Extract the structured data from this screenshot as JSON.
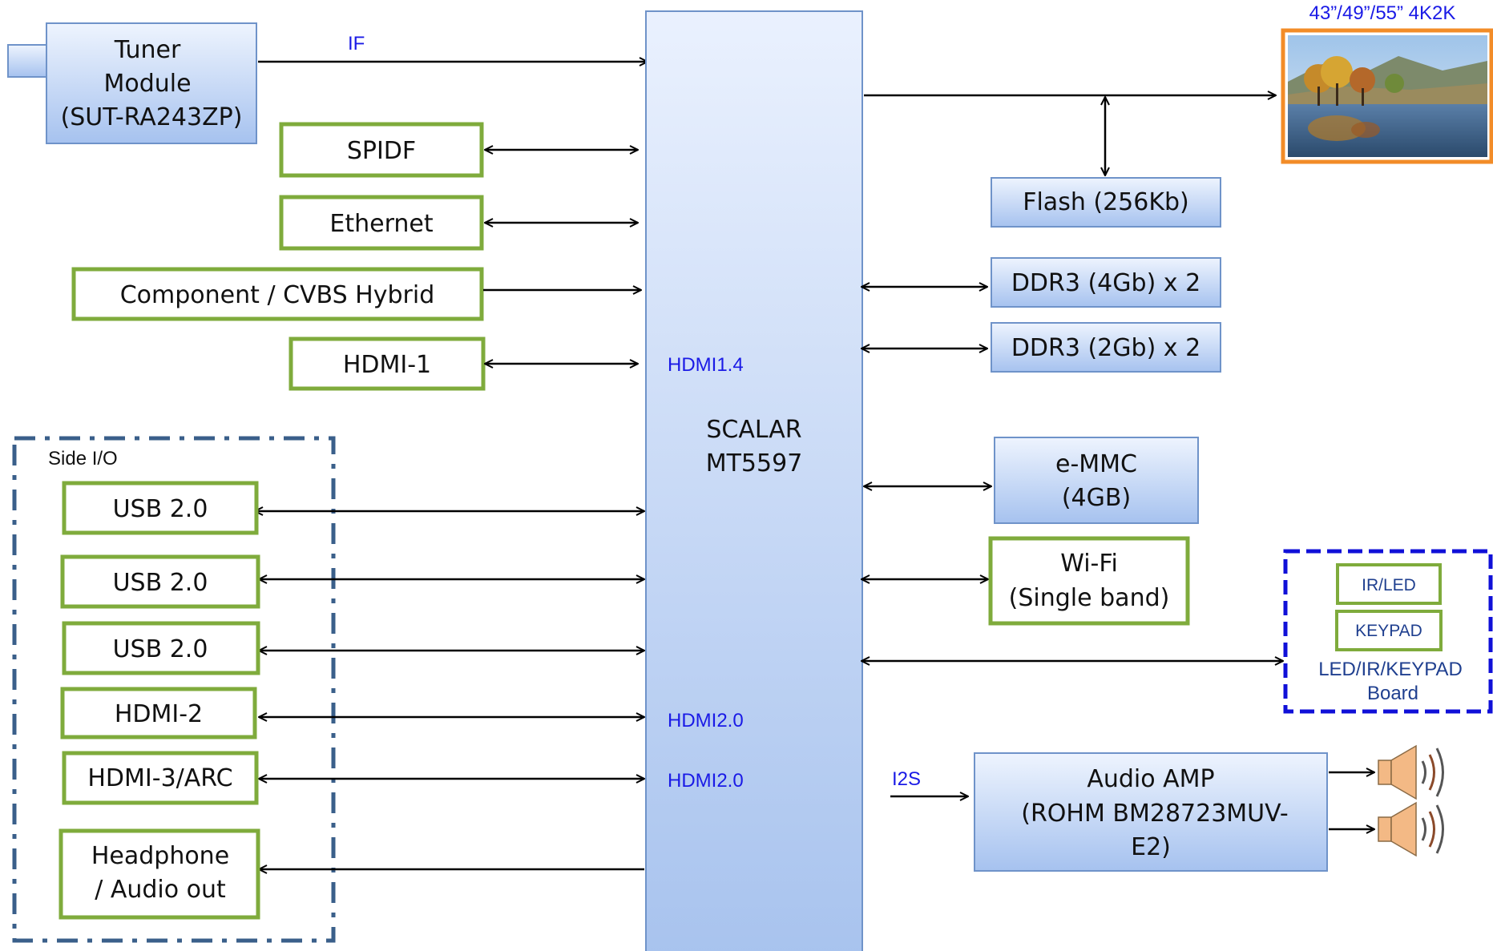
{
  "panel": {
    "label": "43”/49”/55”  4K2K"
  },
  "tuner": {
    "line1": "Tuner",
    "line2": "Module",
    "line3": "(SUT-RA243ZP)"
  },
  "signals": {
    "if": "IF",
    "i2s": "I2S",
    "hdmi14": "HDMI1.4",
    "hdmi20_a": "HDMI2.0",
    "hdmi20_b": "HDMI2.0"
  },
  "inputs": {
    "spidf": "SPIDF",
    "ethernet": "Ethernet",
    "component": "Component / CVBS Hybrid",
    "hdmi1": "HDMI-1"
  },
  "side_io": {
    "label": "Side I/O",
    "usb1": "USB 2.0",
    "usb2": "USB 2.0",
    "usb3": "USB 2.0",
    "hdmi2": "HDMI-2",
    "hdmi3": "HDMI-3/ARC",
    "headphone1": "Headphone",
    "headphone2": "/ Audio out"
  },
  "scalar": {
    "line1": "SCALAR",
    "line2": "MT5597"
  },
  "memory": {
    "flash": "Flash (256Kb)",
    "ddr3_4gb": "DDR3 (4Gb) x 2",
    "ddr3_2gb": "DDR3 (2Gb) x 2",
    "emmc1": "e-MMC",
    "emmc2": "(4GB)"
  },
  "wifi": {
    "line1": "Wi-Fi",
    "line2": "(Single band)"
  },
  "keypad_board": {
    "irled": "IR/LED",
    "keypad": "KEYPAD",
    "line1": "LED/IR/KEYPAD",
    "line2": "Board"
  },
  "audio_amp": {
    "line1": "Audio  AMP",
    "line2": "(ROHM BM28723MUV-",
    "line3": "E2)"
  },
  "colors": {
    "green_border": "#7fab3c",
    "blue_box_top": "#e8f0fd",
    "blue_box_bottom": "#a9c4f0",
    "blue_border": "#6f93c9",
    "panel_frame": "#f28c28",
    "side_io_border": "#3a5f8a",
    "keypad_border": "#1010d8",
    "label_blue": "#1a1ae6"
  }
}
